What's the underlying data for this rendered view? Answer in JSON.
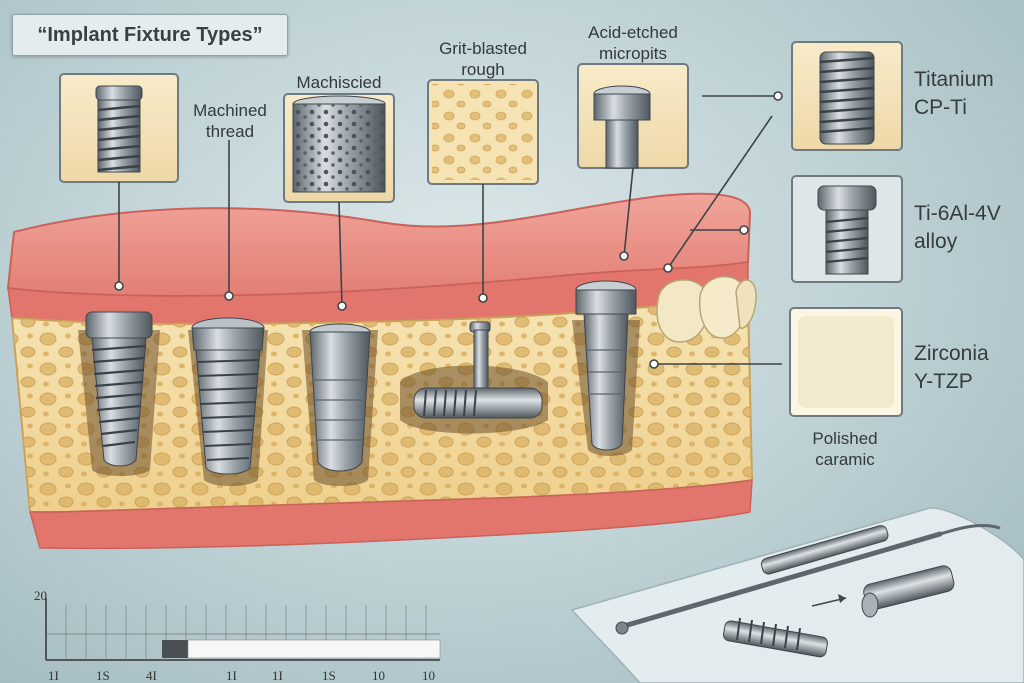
{
  "title": "“Implant Fixture Types”",
  "labels": {
    "machined_thread": [
      "Machined",
      "thread"
    ],
    "machiscied": "Machiscied",
    "grit_blasted": [
      "Grit-blasted",
      "rough"
    ],
    "acid_etched": [
      "Acid-etched",
      "micropits"
    ],
    "titanium": [
      "Titanium",
      "CP-Ti"
    ],
    "ti_alloy": [
      "Ti-6Al-4V",
      "alloy"
    ],
    "zirconia": [
      "Zirconia",
      "Y-TZP"
    ],
    "polished": [
      "Polished",
      "caramic"
    ]
  },
  "ruler": {
    "top_value": "20",
    "ticks": [
      "1I",
      "1S",
      "4I",
      "1I",
      "1I",
      "1S",
      "10",
      "10"
    ]
  },
  "colors": {
    "gum": "#e8837a",
    "bone": "#f3dba0",
    "bone_pore": "#ddb56a",
    "metal": "#8a939a",
    "panel": "#f4e3be",
    "zirconia": "#f4ecd6",
    "background": "#c6d6da"
  },
  "icons": [
    "implant-fixture-icon",
    "dental-probe-icon",
    "abutment-screw-icon",
    "tooth-icon"
  ]
}
